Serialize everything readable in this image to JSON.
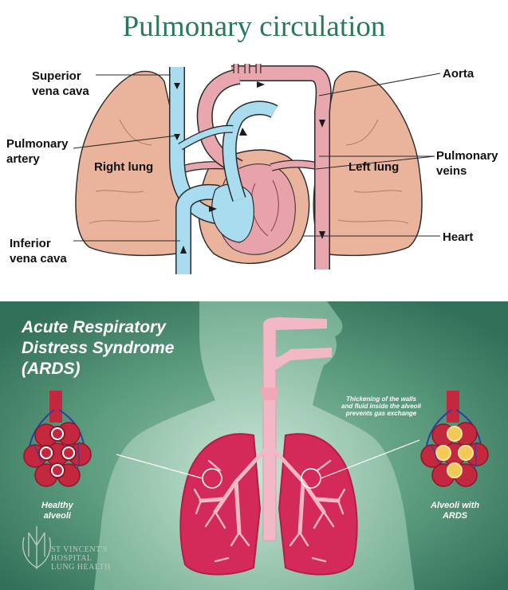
{
  "top_diagram": {
    "title": "Pulmonary circulation",
    "labels": {
      "superior_vena_cava": [
        "Superior",
        "vena cava"
      ],
      "aorta": "Aorta",
      "pulmonary_artery": [
        "Pulmonary",
        "artery"
      ],
      "right_lung": "Right lung",
      "left_lung": "Left lung",
      "pulmonary_veins": [
        "Pulmonary",
        "veins"
      ],
      "inferior_vena_cava": [
        "Inferior",
        "vena cava"
      ],
      "heart": "Heart"
    },
    "colors": {
      "vein_blue": "#a9dcef",
      "artery_pink": "#e8a7ae",
      "lung": "#e9b39c",
      "outline": "#2b2b2b",
      "title": "#2a7a5a"
    }
  },
  "bottom_diagram": {
    "title_lines": [
      "Acute Respiratory",
      "Distress Syndrome",
      "(ARDS)"
    ],
    "healthy_label": [
      "Healthy",
      "alveoli"
    ],
    "ards_label": [
      "Alveoli with",
      "ARDS"
    ],
    "thickening_note": [
      "Thickening of the walls",
      "and fluid inside the alveoli",
      "prevents gas exchange"
    ],
    "brand_lines": [
      "ST VINCENT'S",
      "HOSPITAL",
      "LUNG HEALTH"
    ],
    "colors": {
      "background": "#3f7d63",
      "lung": "#d42a5a",
      "airway": "#f2b8c6",
      "alveoli": "#c4283e",
      "fluid": "#f2c955"
    }
  }
}
